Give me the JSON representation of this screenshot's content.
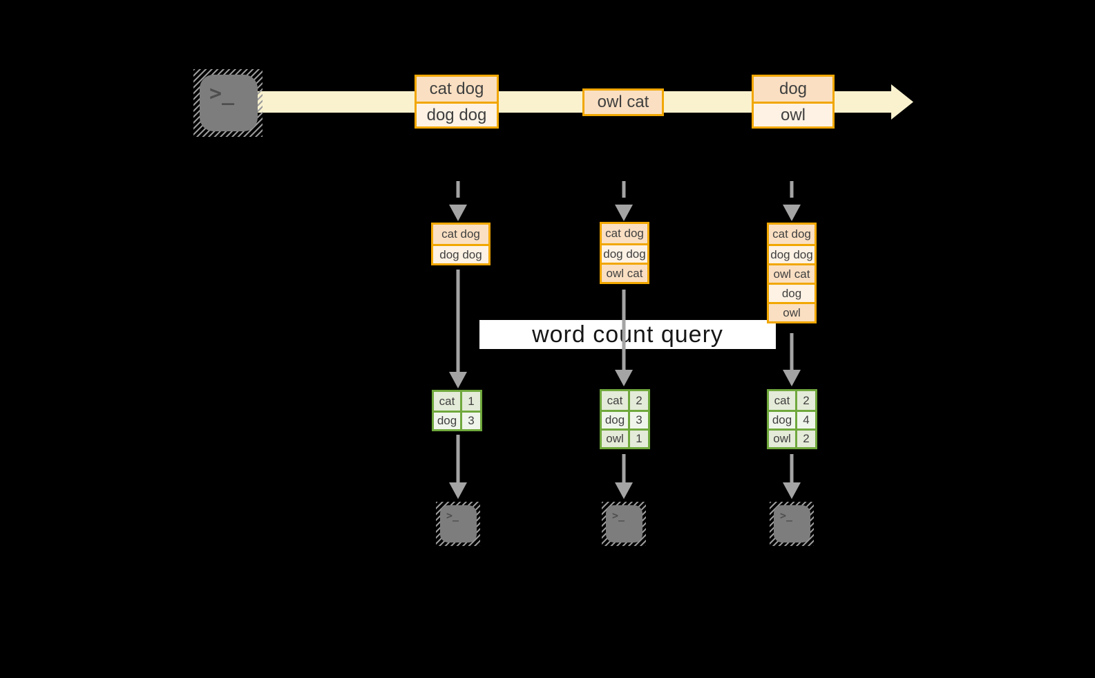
{
  "banner": {
    "label": "word count query"
  },
  "terminal": {
    "glyph": ">_"
  },
  "stream": {
    "event_groups": [
      {
        "rows": [
          "cat dog",
          "dog dog"
        ]
      },
      {
        "rows": [
          "owl cat"
        ]
      },
      {
        "rows": [
          "dog",
          "owl"
        ]
      }
    ]
  },
  "columns": [
    {
      "buffer": [
        "cat dog",
        "dog dog"
      ],
      "counts": [
        [
          "cat",
          "1"
        ],
        [
          "dog",
          "3"
        ]
      ]
    },
    {
      "buffer": [
        "cat dog",
        "dog dog",
        "owl cat"
      ],
      "counts": [
        [
          "cat",
          "2"
        ],
        [
          "dog",
          "3"
        ],
        [
          "owl",
          "1"
        ]
      ]
    },
    {
      "buffer": [
        "cat dog",
        "dog dog",
        "owl cat",
        "dog",
        "owl"
      ],
      "counts": [
        [
          "cat",
          "2"
        ],
        [
          "dog",
          "4"
        ],
        [
          "owl",
          "2"
        ]
      ]
    }
  ],
  "colors": {
    "background": "#000000",
    "stream_fill": "#faf2cf",
    "box_border": "#f1a700",
    "box_fill_dark": "#fadfc2",
    "box_fill_light": "#fdf2e4",
    "table_border": "#6fa83c",
    "table_fill_dark": "#e4ebd8",
    "table_fill_light": "#f0f5eb",
    "arrow_gray": "#a4a4a4",
    "terminal_gray": "#7d7d7d"
  }
}
